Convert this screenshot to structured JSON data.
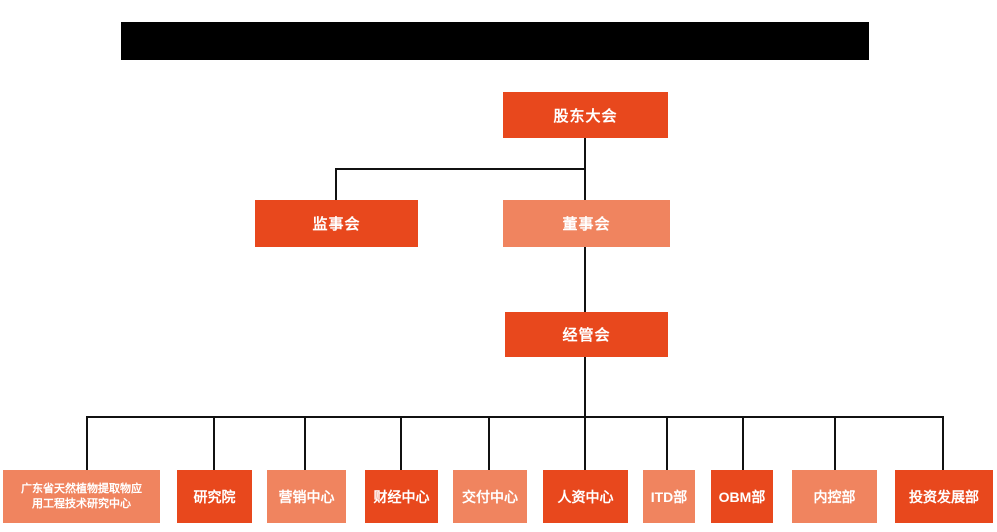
{
  "colors": {
    "primary_orange": "#E8481D",
    "secondary_orange": "#F0845F",
    "connector": "#111111",
    "node_text": "#FFFFFF",
    "redaction_bar": "#000000",
    "background": "#FFFFFF"
  },
  "org": {
    "level1": {
      "label": "股东大会"
    },
    "level2": [
      {
        "label": "监事会"
      },
      {
        "label": "董事会"
      }
    ],
    "level3": {
      "label": "经管会"
    },
    "level4": [
      {
        "label": "广东省天然植物提取物应用工程技术研究中心"
      },
      {
        "label": "研究院"
      },
      {
        "label": "营销中心"
      },
      {
        "label": "财经中心"
      },
      {
        "label": "交付中心"
      },
      {
        "label": "人资中心"
      },
      {
        "label": "ITD部"
      },
      {
        "label": "OBM部"
      },
      {
        "label": "内控部"
      },
      {
        "label": "投资发展部"
      }
    ]
  }
}
